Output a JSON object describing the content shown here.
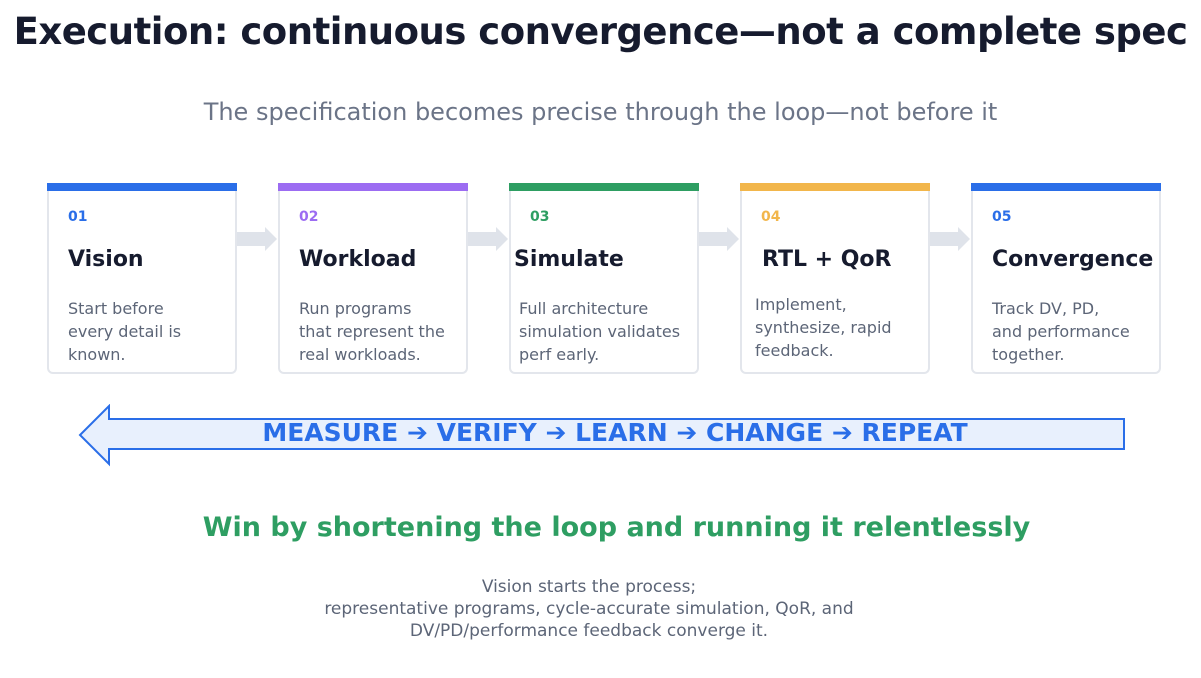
{
  "title": "Execution: continuous convergence—not a complete spec",
  "subtitle": "The specification becomes precise through the loop—not before it",
  "colors": {
    "blue": "#2a6ee8",
    "purple": "#9c6cf2",
    "green": "#2e9e62",
    "yellow": "#f2b64b",
    "connector": "#dfe3ea",
    "loop_fill": "#e8f0fd",
    "loop_stroke": "#2a6ee8"
  },
  "steps": [
    {
      "num": "01",
      "title": "Vision",
      "desc_lines": [
        "Start before",
        "every detail is",
        "known."
      ],
      "color": "#2a6ee8"
    },
    {
      "num": "02",
      "title": "Workload",
      "desc_lines": [
        "Run programs",
        "that represent the",
        "real workloads."
      ],
      "color": "#9c6cf2"
    },
    {
      "num": "03",
      "title": "Simulate",
      "desc_lines": [
        "Full architecture",
        "simulation validates",
        "perf early."
      ],
      "color": "#2e9e62"
    },
    {
      "num": "04",
      "title": "RTL + QoR",
      "desc_lines": [
        "Implement,",
        "synthesize, rapid",
        "feedback."
      ],
      "color": "#f2b64b"
    },
    {
      "num": "05",
      "title": "Convergence",
      "desc_lines": [
        "Track DV, PD,",
        "and performance",
        "together."
      ],
      "color": "#2a6ee8"
    }
  ],
  "loop": {
    "label": "MEASURE ➔ VERIFY ➔ LEARN ➔ CHANGE ➔ REPEAT"
  },
  "win": "Win by shortening the loop and running it relentlessly",
  "footnote": [
    "Vision starts the process;",
    "representative programs, cycle-accurate simulation, QoR, and",
    "DV/PD/performance feedback converge it."
  ]
}
